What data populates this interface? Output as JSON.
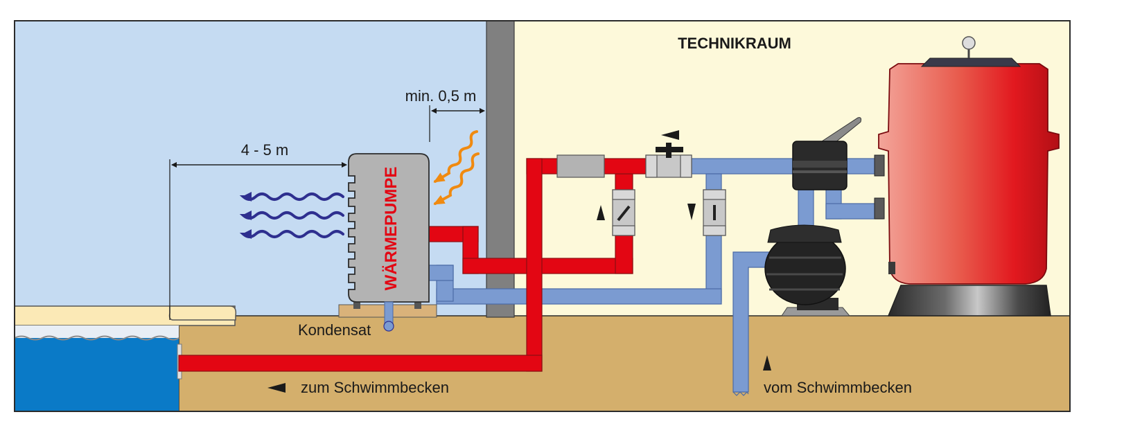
{
  "labels": {
    "technikraum": "TECHNIKRAUM",
    "min_distance": "min. 0,5 m",
    "pump_distance": "4 - 5 m",
    "waermepumpe": "WÄRMEPUMPE",
    "kondensat": "Kondensat",
    "to_pool": "zum Schwimmbecken",
    "from_pool": "vom Schwimmbecken"
  },
  "colors": {
    "outdoor_air": "#c5dbf2",
    "technical_room": "#fdf9da",
    "ground": "#d4af6c",
    "wall": "#808080",
    "hot_pipe": "#e30613",
    "cold_pipe": "#7b9bd1",
    "pool_water": "#0a7ac7",
    "heat_waves_in": "#f08a10",
    "air_waves_out": "#2e2f8f",
    "pump_body": "#b3b3b3",
    "filter_tank": "#e2191f"
  },
  "icons": {
    "air_out": "wavy-arrow-left-icon",
    "heat_in": "wavy-arrow-down-left-icon",
    "flow_direction": "triangle-arrow-icon"
  }
}
